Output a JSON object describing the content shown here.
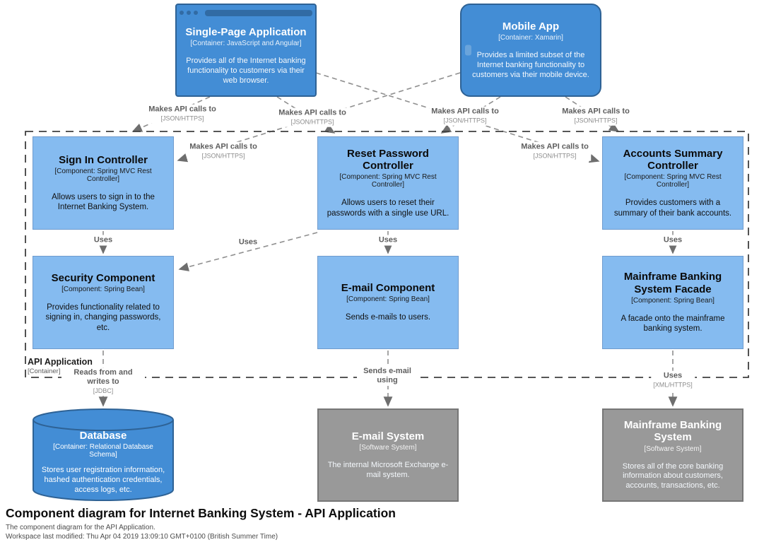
{
  "diagram": {
    "title": "Component diagram for Internet Banking System - API Application",
    "subtitle": "The component diagram for the API Application.",
    "last_modified": "Workspace last modified: Thu Apr 04 2019 13:09:10 GMT+0100 (British Summer Time)"
  },
  "boundary": {
    "name": "API Application",
    "meta": "[Container]"
  },
  "colors": {
    "container_blue": "#438dd5",
    "container_blue_border": "#2e6295",
    "component_blue": "#85bbf0",
    "component_blue_border": "#6f9bcd",
    "external_gray": "#999999",
    "external_gray_border": "#767676",
    "relationship_gray": "#707070"
  },
  "nodes": {
    "spa": {
      "name": "Single-Page Application",
      "meta": "[Container: JavaScript and Angular]",
      "description": "Provides all of the Internet banking functionality to customers via their web browser."
    },
    "mobile_app": {
      "name": "Mobile App",
      "meta": "[Container: Xamarin]",
      "description": "Provides a limited subset of the Internet banking functionality to customers via their mobile device."
    },
    "sign_in_controller": {
      "name": "Sign In Controller",
      "meta": "[Component: Spring MVC Rest Controller]",
      "description": "Allows users to sign in to the Internet Banking System."
    },
    "reset_password_controller": {
      "name": "Reset Password Controller",
      "meta": "[Component: Spring MVC Rest Controller]",
      "description": "Allows users to reset their passwords with a single use URL."
    },
    "accounts_summary_controller": {
      "name": "Accounts Summary Controller",
      "meta": "[Component: Spring MVC Rest Controller]",
      "description": "Provides customers with a summary of their bank accounts."
    },
    "security_component": {
      "name": "Security Component",
      "meta": "[Component: Spring Bean]",
      "description": "Provides functionality related to signing in, changing passwords, etc."
    },
    "email_component": {
      "name": "E-mail Component",
      "meta": "[Component: Spring Bean]",
      "description": "Sends e-mails to users."
    },
    "mainframe_facade": {
      "name": "Mainframe Banking System Facade",
      "meta": "[Component: Spring Bean]",
      "description": "A facade onto the mainframe banking system."
    },
    "database": {
      "name": "Database",
      "meta": "[Container: Relational Database Schema]",
      "description": "Stores user registration information, hashed authentication credentials, access logs, etc."
    },
    "email_system": {
      "name": "E-mail System",
      "meta": "[Software System]",
      "description": "The internal Microsoft Exchange e-mail system."
    },
    "mainframe_system": {
      "name": "Mainframe Banking System",
      "meta": "[Software System]",
      "description": "Stores all of the core banking information about customers, accounts, transactions, etc."
    }
  },
  "relationships": {
    "spa_to_signin": {
      "label": "Makes API calls to",
      "tech": "[JSON/HTTPS]"
    },
    "spa_to_resetpwd": {
      "label": "Makes API calls to",
      "tech": "[JSON/HTTPS]"
    },
    "spa_to_accounts": {
      "label": "Makes API calls to",
      "tech": "[JSON/HTTPS]"
    },
    "mobile_to_signin": {
      "label": "Makes API calls to",
      "tech": "[JSON/HTTPS]"
    },
    "mobile_to_resetpwd": {
      "label": "Makes API calls to",
      "tech": "[JSON/HTTPS]"
    },
    "mobile_to_accounts": {
      "label": "Makes API calls to",
      "tech": "[JSON/HTTPS]"
    },
    "signin_to_security": {
      "label": "Uses"
    },
    "resetpwd_to_security": {
      "label": "Uses"
    },
    "resetpwd_to_email": {
      "label": "Uses"
    },
    "accounts_to_facade": {
      "label": "Uses"
    },
    "security_to_database": {
      "label": "Reads from and writes to",
      "tech": "[JDBC]"
    },
    "email_to_emailsystem": {
      "label": "Sends e-mail using"
    },
    "facade_to_mainframe": {
      "label": "Uses",
      "tech": "[XML/HTTPS]"
    }
  }
}
